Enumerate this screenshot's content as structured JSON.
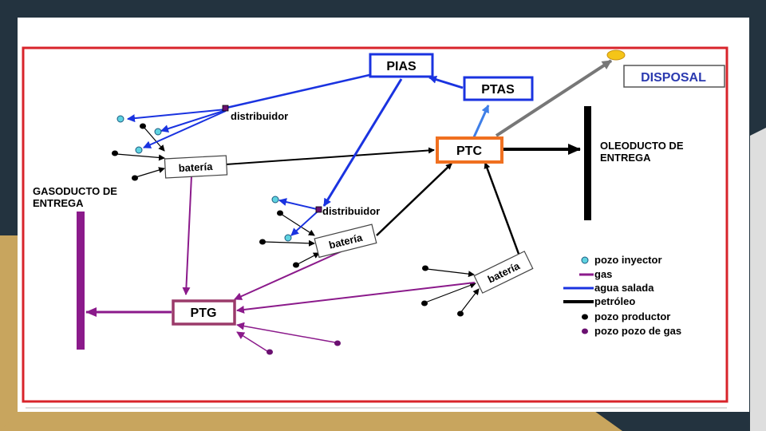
{
  "nodes": {
    "pias": "PIAS",
    "ptas": "PTAS",
    "ptc": "PTC",
    "ptg": "PTG",
    "disposal": "DISPOSAL",
    "bateria_1": "batería",
    "bateria_2": "batería",
    "bateria_3": "batería",
    "distribuidor_1": "distribuidor",
    "distribuidor_2": "distribuidor",
    "oleoducto_line1": "OLEODUCTO DE",
    "oleoducto_line2": "ENTREGA",
    "gasoducto_line1": "GASODUCTO DE",
    "gasoducto_line2": "ENTREGA"
  },
  "legend": {
    "items": [
      {
        "label": "pozo inyector",
        "symbol": "dot",
        "color": "#5fd3e0"
      },
      {
        "label": "gas",
        "symbol": "line",
        "color": "#8b1a8b"
      },
      {
        "label": "agua salada",
        "symbol": "line",
        "color": "#1a33e0"
      },
      {
        "label": "petróleo",
        "symbol": "line",
        "color": "#000000"
      },
      {
        "label": "pozo productor",
        "symbol": "dot",
        "color": "#000000"
      },
      {
        "label": "pozo pozo de gas",
        "symbol": "dot",
        "color": "#6a1070"
      }
    ]
  },
  "colors": {
    "frame": "#d8242b",
    "gas": "#8b1a8b",
    "water": "#1a33e0",
    "oil": "#000000",
    "ptc_border": "#f07020",
    "ptg_border": "#9b3a6a",
    "injector": "#5fd3e0",
    "disposal_marker": "#f5c518"
  }
}
